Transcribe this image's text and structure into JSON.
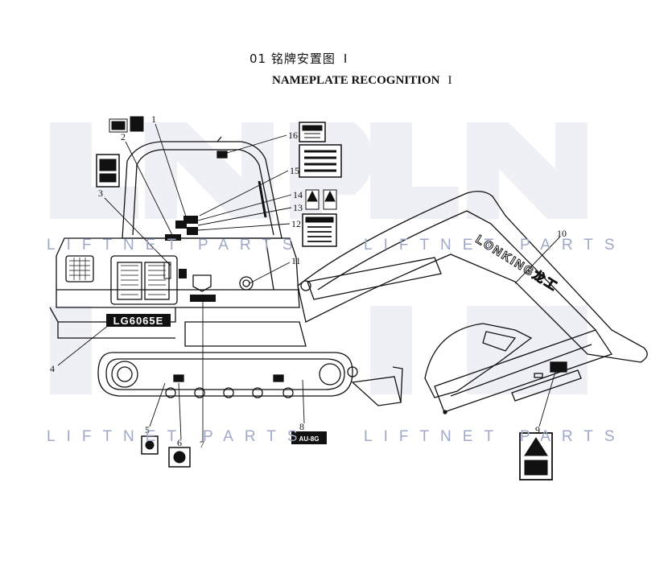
{
  "title": {
    "cn": "01  铭牌安置图",
    "en": "NAMEPLATE RECOGNITION",
    "bar": "I"
  },
  "watermark": {
    "logo": "LNP",
    "text_left_top": "LIFTNET",
    "text_right_top": "PARTS",
    "text_mid_top": "LIFTNET PARTS",
    "text_left_bottom": "LIFTNET PARTS",
    "text_right_bottom": "LIFTNET PARTS"
  },
  "callouts": [
    "1",
    "2",
    "3",
    "4",
    "5",
    "6",
    "7",
    "8",
    "9",
    "10",
    "11",
    "12",
    "13",
    "14",
    "15",
    "16"
  ],
  "machine": {
    "model_plate": "LG6065E",
    "boom_brand": "LONKING龙工",
    "badge_8": "AU-8G"
  },
  "colors": {
    "line": "#111111",
    "watermark_logo": "#eef0f6",
    "watermark_text": "#9fa9c7"
  }
}
